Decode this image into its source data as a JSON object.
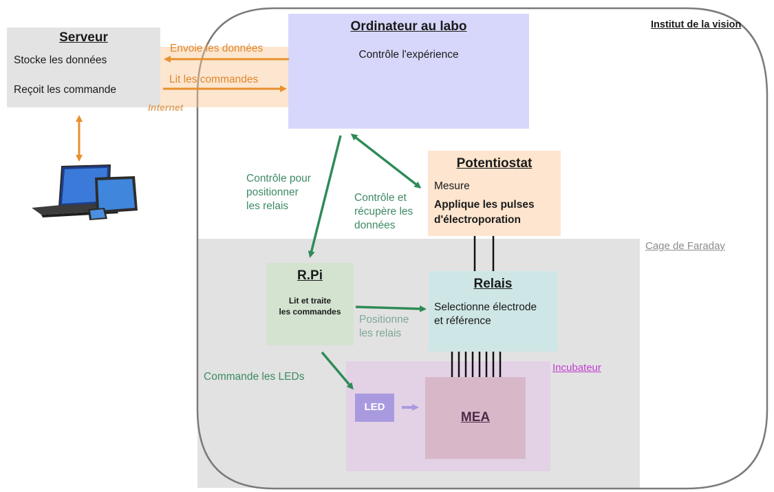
{
  "institute": "Institut de la vision",
  "faraday_label": "Cage de Faraday",
  "incubator_label": "Incubateur",
  "internet_label": "Internet",
  "server": {
    "title": "Serveur",
    "line1": "Stocke les données",
    "line2": "Reçoit les commande"
  },
  "lab_computer": {
    "title": "Ordinateur au labo",
    "subtitle": "Contrôle l'expérience"
  },
  "potentiostat": {
    "title": "Potentiostat",
    "line1": "Mesure",
    "line2": "Applique les pulses",
    "line3": "d'électroporation"
  },
  "rpi": {
    "title": "R.Pi",
    "line1": "Lit et traite",
    "line2": "les commandes"
  },
  "relais": {
    "title": "Relais",
    "line1": "Selectionne électrode",
    "line2": "et référence"
  },
  "led": {
    "label": "LED"
  },
  "mea": {
    "label": "MEA"
  },
  "arrows": {
    "send_data": "Envoie les données",
    "read_commands": "Lit les commandes",
    "control_relays_1": "Contrôle pour",
    "control_relays_2": "positionner",
    "control_relays_3": "les relais",
    "control_fetch_1": "Contrôle et",
    "control_fetch_2": "récupère les",
    "control_fetch_3": "données",
    "position_relays_1": "Positionne",
    "position_relays_2": "les relais",
    "command_leds": "Commande les LEDs"
  },
  "colors": {
    "green_arrow": "#2e8b57",
    "orange_arrow": "#e8902e",
    "lab_computer": "#d7d7fb",
    "potentiostat": "#fde5cf",
    "rpi": "#d3e3d0",
    "relais": "#cfe6e6",
    "incubator": "#e3d1e6",
    "mea": "#d8b8c8",
    "led": "#a99ae0",
    "server": "#e3e3e3",
    "faraday": "#e2e2e2"
  }
}
